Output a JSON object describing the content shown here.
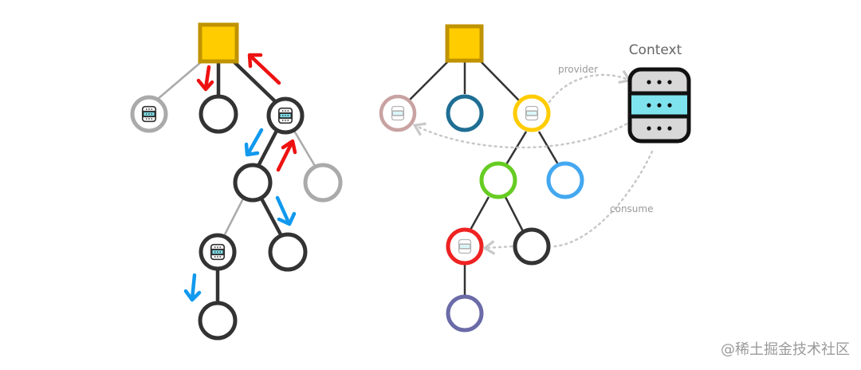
{
  "labels": {
    "context": "Context",
    "provider": "provider",
    "consume": "consume"
  },
  "watermark": "@稀土掘金技术社区",
  "colors": {
    "root_fill": "#FFCC00",
    "root_stroke": "#C09300",
    "dark": "#333333",
    "light_gray": "#AAAAAA",
    "red_arrow": "#EE1111",
    "blue_arrow": "#1199EE",
    "db_fill": "#7FE3EE",
    "pink": "#C9A2A2",
    "teal": "#1F6E94",
    "yellow": "#FFCC00",
    "green": "#66CC22",
    "blue": "#44A8F0",
    "red": "#EE2222",
    "purple": "#6B6BA8",
    "dotted": "#C8C8C8"
  }
}
